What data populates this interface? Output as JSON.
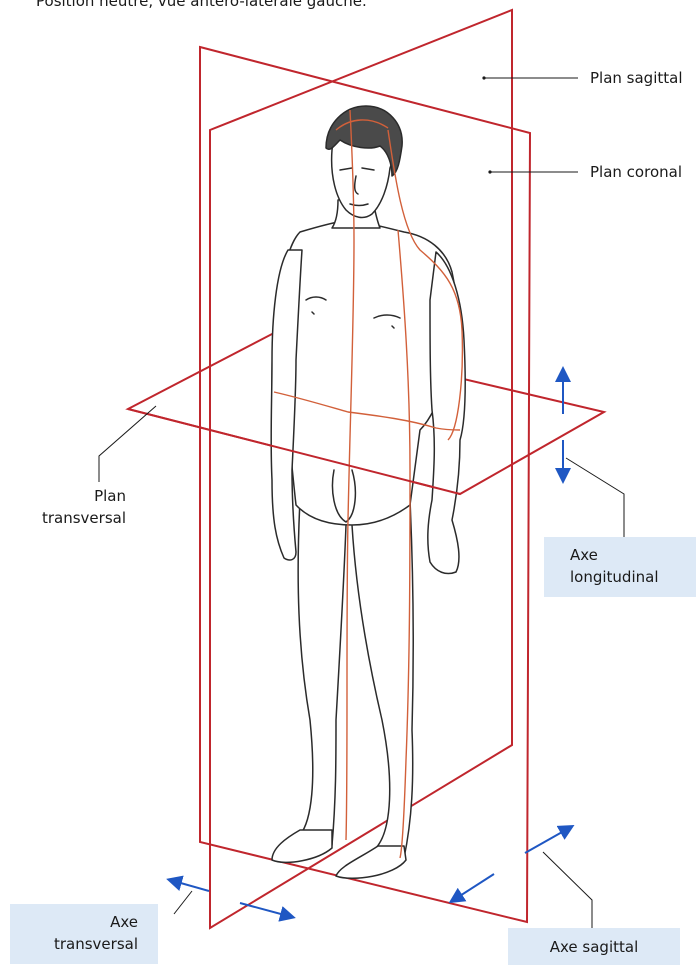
{
  "caption": "Position neutre, vue antéro-latérale gauche.",
  "labels": {
    "plan_sagittal": "Plan sagittal",
    "plan_coronal": "Plan coronal",
    "plan_transversal_line1": "Plan",
    "plan_transversal_line2": "transversal",
    "axe_longitudinal_line1": "Axe",
    "axe_longitudinal_line2": "longitudinal",
    "axe_transversal_line1": "Axe",
    "axe_transversal_line2": "transversal",
    "axe_sagittal": "Axe sagittal"
  },
  "colors": {
    "plane": "#c0262d",
    "axis_arrow": "#1f57c3",
    "body_outline": "#2b2b2b",
    "hair": "#4a4a4a",
    "label_box": "#dde9f6",
    "midline": "#d2603a"
  }
}
